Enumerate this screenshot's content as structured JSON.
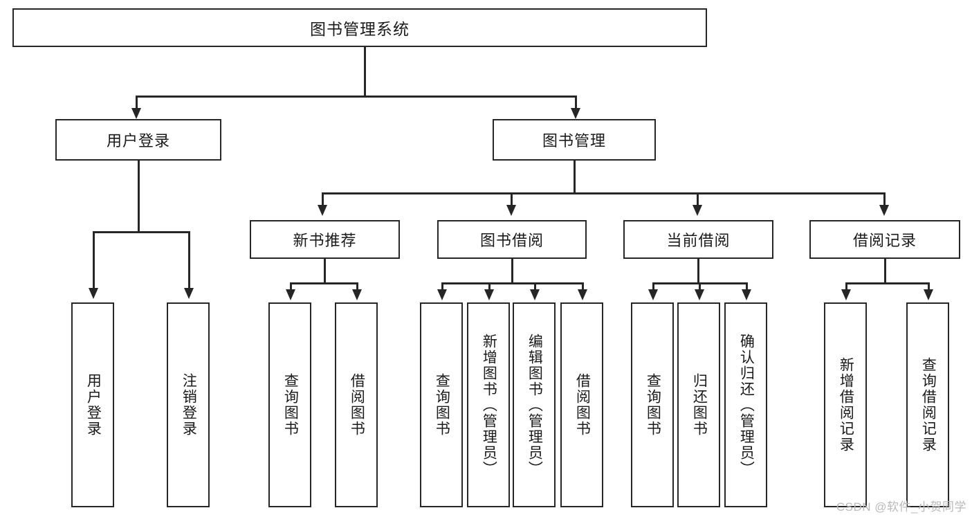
{
  "diagram": {
    "title": "图书管理系统",
    "type": "hierarchy-tree",
    "root": {
      "label": "图书管理系统"
    },
    "level2": [
      {
        "label": "用户登录"
      },
      {
        "label": "图书管理"
      }
    ],
    "level3": [
      {
        "label": "新书推荐"
      },
      {
        "label": "图书借阅"
      },
      {
        "label": "当前借阅"
      },
      {
        "label": "借阅记录"
      }
    ],
    "leaves": {
      "user_login": [
        {
          "label": "用户登录"
        },
        {
          "label": "注销登录"
        }
      ],
      "new_book_recommend": [
        {
          "label": "查询图书"
        },
        {
          "label": "借阅图书"
        }
      ],
      "book_borrow": [
        {
          "label": "查询图书"
        },
        {
          "label": "新增图书（管理员）"
        },
        {
          "label": "编辑图书（管理员）"
        },
        {
          "label": "借阅图书"
        }
      ],
      "current_borrow": [
        {
          "label": "查询图书"
        },
        {
          "label": "归还图书"
        },
        {
          "label": "确认归还（管理员）"
        }
      ],
      "borrow_record": [
        {
          "label": "新增借阅记录"
        },
        {
          "label": "查询借阅记录"
        }
      ]
    }
  },
  "watermark": {
    "text": "CSDN @软件_小贺同学"
  },
  "colors": {
    "stroke": "#262626",
    "background": "#ffffff",
    "text": "#1a1a1a",
    "watermark": "#b9b9b9"
  }
}
